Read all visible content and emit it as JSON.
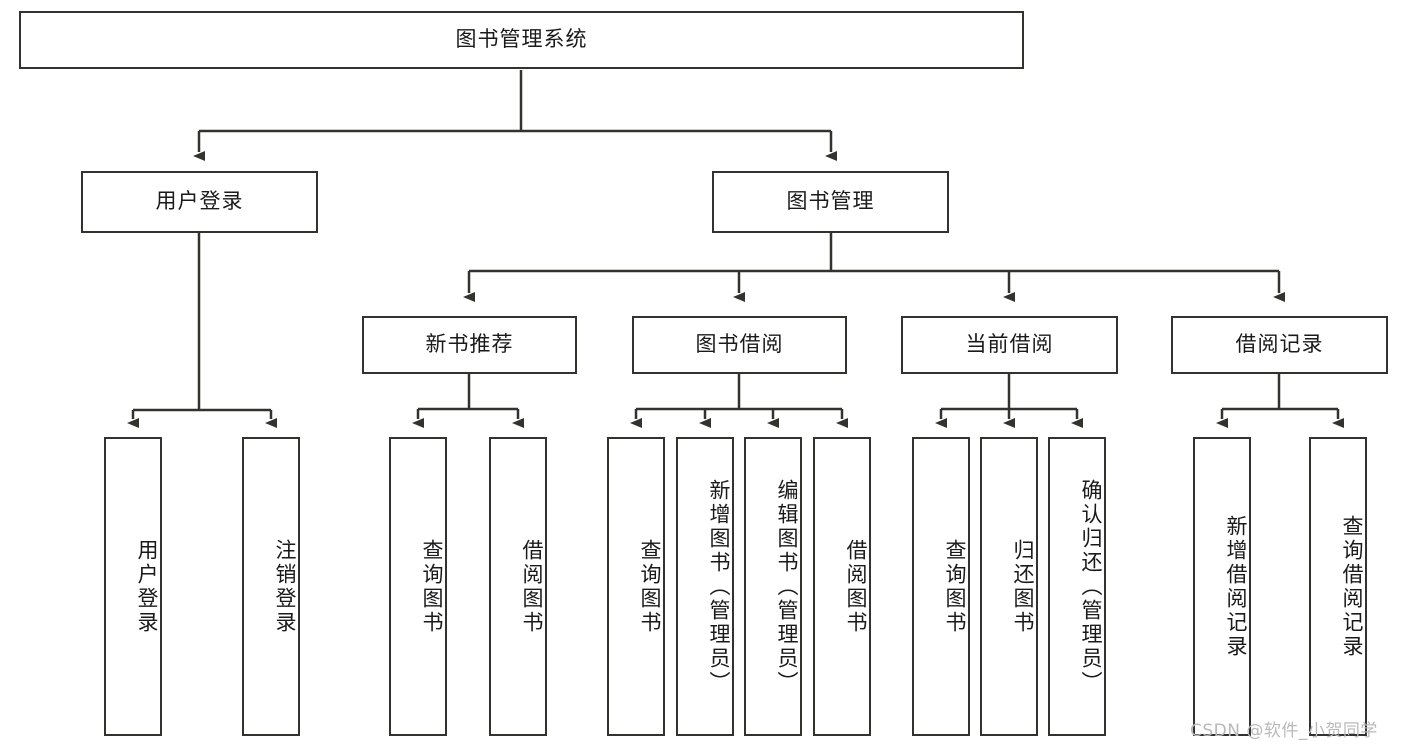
{
  "diagram": {
    "title": "图书管理系统",
    "type": "tree-hierarchy",
    "root": {
      "label": "图书管理系统"
    },
    "level2": [
      {
        "label": "用户登录"
      },
      {
        "label": "图书管理"
      }
    ],
    "level3": [
      {
        "label": "新书推荐"
      },
      {
        "label": "图书借阅"
      },
      {
        "label": "当前借阅"
      },
      {
        "label": "借阅记录"
      }
    ],
    "leaves": {
      "user_login": [
        {
          "label": "用户登录"
        },
        {
          "label": "注销登录"
        }
      ],
      "new_book_recommend": [
        {
          "label": "查询图书"
        },
        {
          "label": "借阅图书"
        }
      ],
      "book_borrow": [
        {
          "label": "查询图书"
        },
        {
          "label": "新增图书（管理员）"
        },
        {
          "label": "编辑图书（管理员）"
        },
        {
          "label": "借阅图书"
        }
      ],
      "current_borrow": [
        {
          "label": "查询图书"
        },
        {
          "label": "归还图书"
        },
        {
          "label": "确认归还（管理员）"
        }
      ],
      "borrow_records": [
        {
          "label": "新增借阅记录"
        },
        {
          "label": "查询借阅记录"
        }
      ]
    }
  },
  "watermark": {
    "text": "CSDN @软件_小贺同学"
  },
  "colors": {
    "stroke": "#33322f",
    "text": "#1a1a1a",
    "background": "#ffffff",
    "watermark": "#b9b9b9"
  }
}
